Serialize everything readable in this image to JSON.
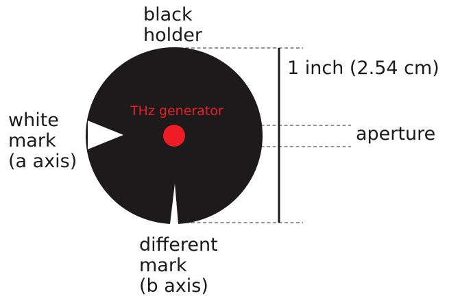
{
  "labels": {
    "holder_line1": "black",
    "holder_line2": "holder",
    "dimension": "1 inch (2.54 cm)",
    "aperture": "aperture",
    "generator": "THz generator",
    "white_mark_line1": "white",
    "white_mark_line2": "mark",
    "white_mark_line3": "(a axis)",
    "different_mark_line1": "different",
    "different_mark_line2": "mark",
    "different_mark_line3": "(b axis)"
  },
  "colors": {
    "holder": "#1c1a1a",
    "generator": "#ee1c25",
    "marks": "#ffffff",
    "text": "#1a1a1a",
    "dimension_line": "#1a1a1a"
  }
}
